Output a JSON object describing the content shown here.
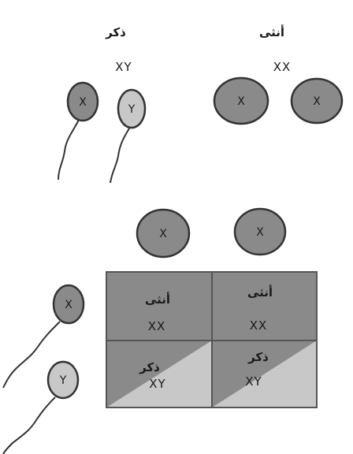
{
  "parents": {
    "male": {
      "label": "ذكر",
      "genotype": "XY",
      "gametes": [
        "X",
        "Y"
      ]
    },
    "female": {
      "label": "أنثى",
      "genotype": "XX",
      "gametes": [
        "X",
        "X"
      ]
    }
  },
  "cross": {
    "egg_columns": [
      "X",
      "X"
    ],
    "sperm_rows": [
      "X",
      "Y"
    ],
    "cells": [
      {
        "label": "أنثى",
        "genotype": "XX"
      },
      {
        "label": "أنثى",
        "genotype": "XX"
      },
      {
        "label": "ذكر",
        "genotype": "XY"
      },
      {
        "label": "ذكر",
        "genotype": "XY"
      }
    ]
  },
  "colors": {
    "dark_cell": "#8a8a8a",
    "light_cell": "#c8c8c8",
    "outline": "#333333",
    "grid_line": "#555555"
  }
}
